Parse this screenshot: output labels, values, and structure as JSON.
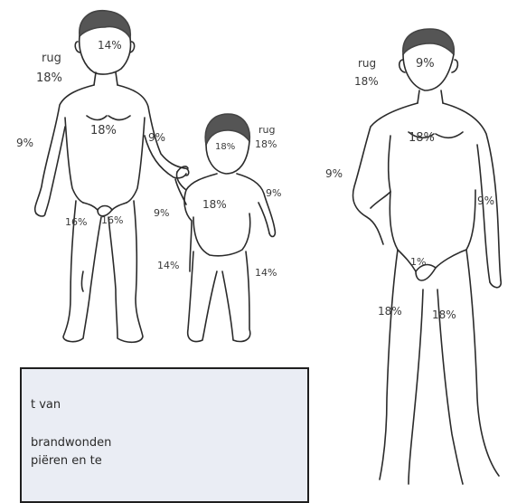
{
  "figures": {
    "adult_left": {
      "head": "14%",
      "back_label": "rug",
      "back_value": "18%",
      "torso": "18%",
      "arm_left": "9%",
      "arm_right": "9%",
      "leg_left": "16%",
      "leg_right": "16%"
    },
    "child": {
      "head": "18%",
      "back_label": "rug",
      "back_value": "18%",
      "torso": "18%",
      "arm_left": "9%",
      "arm_right": "9%",
      "leg_left": "14%",
      "leg_right": "14%"
    },
    "adult_right": {
      "head": "9%",
      "back_label": "rug",
      "back_value": "18%",
      "torso": "18%",
      "arm_left": "9%",
      "arm_right": "9%",
      "groin": "1%",
      "leg_left": "18%",
      "leg_right": "18%"
    }
  },
  "info_box": {
    "line1": "t van",
    "line2": "brandwonden",
    "line3": "piëren en te"
  }
}
